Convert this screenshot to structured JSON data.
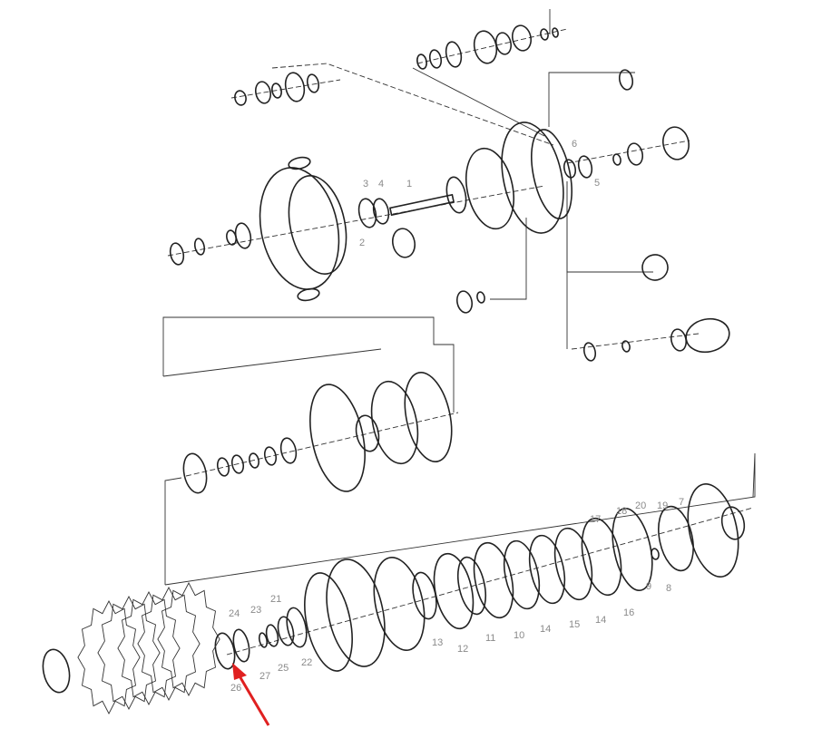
{
  "diagram": {
    "type": "exploded parts diagram",
    "labels": [
      "6",
      "5",
      "3",
      "4",
      "1",
      "2",
      "24",
      "23",
      "21",
      "22",
      "25",
      "27",
      "26",
      "13",
      "12",
      "11",
      "10",
      "14",
      "15",
      "14",
      "16",
      "17",
      "18",
      "20",
      "19",
      "7",
      "9",
      "8"
    ],
    "accent_color": "#e02020"
  }
}
